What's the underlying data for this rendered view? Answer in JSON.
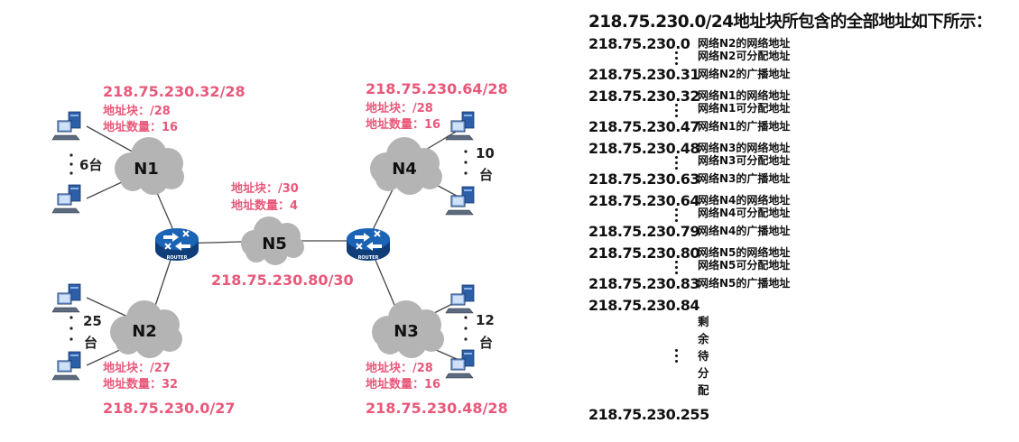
{
  "diagram": {
    "clouds": {
      "n1": "N1",
      "n2": "N2",
      "n3": "N3",
      "n4": "N4",
      "n5": "N5"
    },
    "router_label": "ROUTER",
    "counts": {
      "n1": "6台",
      "n2_num": "25",
      "n2_unit": "台",
      "n3_num": "12",
      "n3_unit": "台",
      "n4_num": "10",
      "n4_unit": "台"
    },
    "n1_block": {
      "cidr": "218.75.230.32/28",
      "prefix": "地址块：/28",
      "count": "地址数量：16"
    },
    "n4_block": {
      "cidr": "218.75.230.64/28",
      "prefix": "地址块：/28",
      "count": "地址数量：16"
    },
    "n5_block": {
      "cidr": "218.75.230.80/30",
      "prefix": "地址块：/30",
      "count": "地址数量：4"
    },
    "n2_block": {
      "cidr": "218.75.230.0/27",
      "prefix": "地址块：/27",
      "count": "地址数量：32"
    },
    "n3_block": {
      "cidr": "218.75.230.48/28",
      "prefix": "地址块：/28",
      "count": "地址数量：16"
    },
    "colors": {
      "label_pink": "#e8587a",
      "cloud_gray": "#b4b4b4",
      "router_blue": "#1b63b5",
      "pc_blue": "#2c5fa8"
    }
  },
  "panel": {
    "title": "218.75.230.0/24地址块所包含的全部地址如下所示：",
    "rows": [
      {
        "addr": "218.75.230.0",
        "note": "网络N2的网络地址"
      },
      {
        "note": "网络N2可分配地址"
      },
      {
        "addr": "218.75.230.31",
        "note": "网络N2的广播地址"
      },
      {
        "addr": "218.75.230.32",
        "note": "网络N1的网络地址"
      },
      {
        "note": "网络N1可分配地址"
      },
      {
        "addr": "218.75.230.47",
        "note": "网络N1的广播地址"
      },
      {
        "addr": "218.75.230.48",
        "note": "网络N3的网络地址"
      },
      {
        "note": "网络N3可分配地址"
      },
      {
        "addr": "218.75.230.63",
        "note": "网络N3的广播地址"
      },
      {
        "addr": "218.75.230.64",
        "note": "网络N4的网络地址"
      },
      {
        "note": "网络N4可分配地址"
      },
      {
        "addr": "218.75.230.79",
        "note": "网络N4的广播地址"
      },
      {
        "addr": "218.75.230.80",
        "note": "网络N5的网络地址"
      },
      {
        "note": "网络N5可分配地址"
      },
      {
        "addr": "218.75.230.83",
        "note": "网络N5的广播地址"
      },
      {
        "addr": "218.75.230.84"
      }
    ],
    "remaining_chars": [
      "剩",
      "余",
      "待",
      "分",
      "配"
    ],
    "last_addr": "218.75.230.255"
  }
}
